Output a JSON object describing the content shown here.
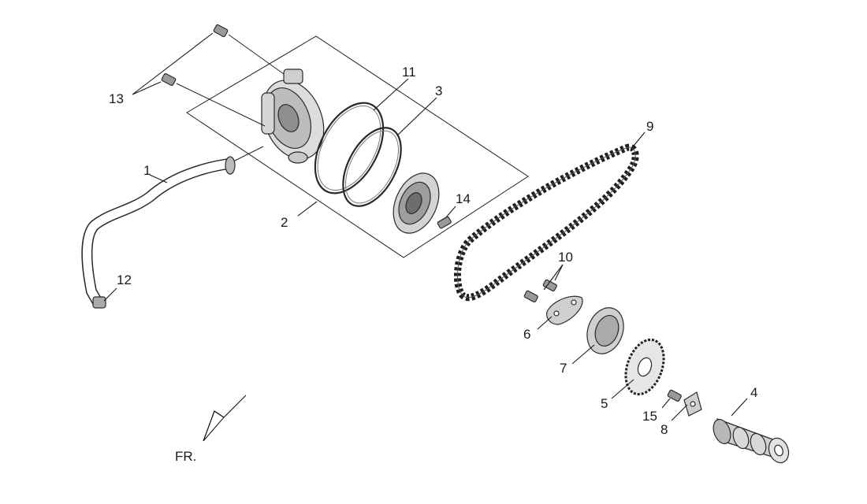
{
  "callouts": {
    "c1": "1",
    "c2": "2",
    "c3": "3",
    "c4": "4",
    "c5": "5",
    "c6": "6",
    "c7": "7",
    "c8": "8",
    "c9": "9",
    "c10": "10",
    "c11": "11",
    "c12": "12",
    "c13": "13",
    "c14": "14",
    "c15": "15"
  },
  "front_marker": "FR."
}
